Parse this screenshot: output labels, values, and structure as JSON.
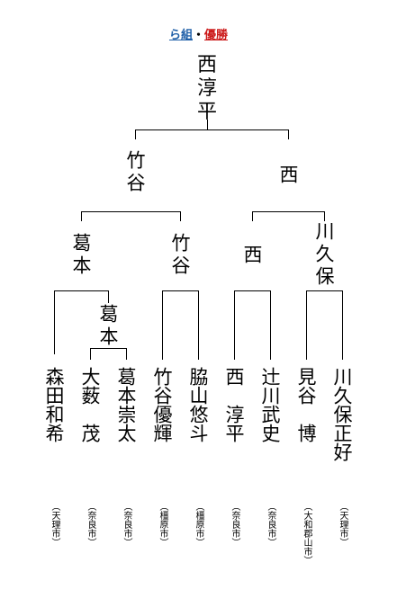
{
  "title": {
    "group": "ら組",
    "separator": "・",
    "result": "優勝"
  },
  "champion": "西\n淳平",
  "winners": {
    "final_left": "竹谷",
    "final_right": "西",
    "semi_1": "葛本",
    "semi_2": "竹谷",
    "semi_3": "西",
    "semi_4": "川久保",
    "first_round": "葛本"
  },
  "players": [
    {
      "name": "森田和希",
      "city": "（天理市）"
    },
    {
      "name": "大薮　茂",
      "city": "（奈良市）"
    },
    {
      "name": "葛本崇太",
      "city": "（奈良市）"
    },
    {
      "name": "竹谷優輝",
      "city": "（橿原市）"
    },
    {
      "name": "脇山悠斗",
      "city": "（橿原市）"
    },
    {
      "name": "西　淳平",
      "city": "（奈良市）"
    },
    {
      "name": "辻川武史",
      "city": "（奈良市）"
    },
    {
      "name": "見谷　博",
      "city": "（大和郡山市）"
    },
    {
      "name": "川久保正好",
      "city": "（天理市）"
    }
  ]
}
